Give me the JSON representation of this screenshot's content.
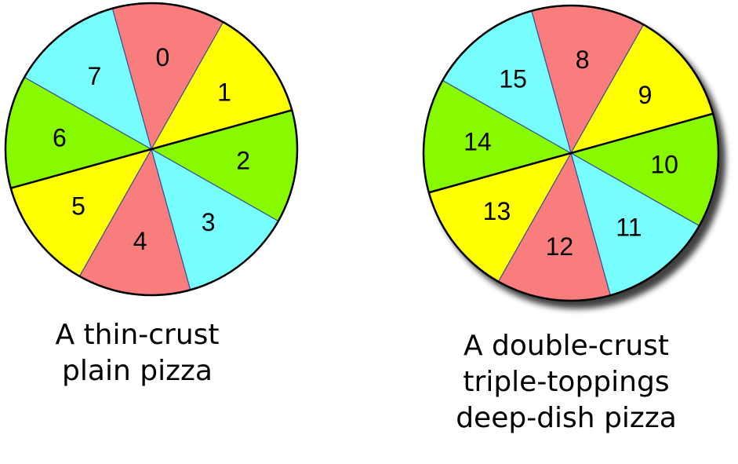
{
  "colors": {
    "red": "#fa7d7d",
    "yellow": "#ffff00",
    "green": "#88fa00",
    "cyan": "#77ffff",
    "outline": "#000000",
    "divider": "#3a4f9a",
    "shadow": "#8a8a8a"
  },
  "pizzas": [
    {
      "name": "thin-crust",
      "slice_colors": [
        "red",
        "yellow",
        "green",
        "cyan",
        "red",
        "yellow",
        "green",
        "cyan"
      ],
      "labels": [
        "0",
        "1",
        "2",
        "3",
        "4",
        "5",
        "6",
        "7"
      ],
      "caption": [
        "A thin-crust",
        "plain pizza"
      ],
      "shadow": false
    },
    {
      "name": "deep-dish",
      "slice_colors": [
        "red",
        "yellow",
        "green",
        "cyan",
        "red",
        "yellow",
        "green",
        "cyan"
      ],
      "labels": [
        "8",
        "9",
        "10",
        "11",
        "12",
        "13",
        "14",
        "15"
      ],
      "caption": [
        "A double-crust",
        "triple-toppings",
        "deep-dish pizza"
      ],
      "shadow": true
    }
  ]
}
